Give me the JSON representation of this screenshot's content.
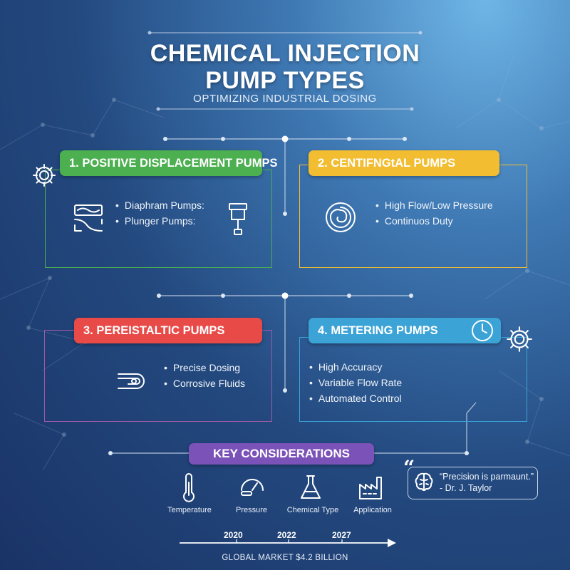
{
  "header": {
    "title_line1": "CHEMICAL INJECTION",
    "title_line2": "PUMP TYPES",
    "subtitle": "OPTIMIZING INDUSTRIAL DOSING"
  },
  "colors": {
    "green": "#4caf50",
    "yellow": "#f2bd31",
    "red": "#e84a48",
    "blue": "#3ba3d6",
    "purple": "#7b52b8"
  },
  "cards": [
    {
      "label": "1.  POSITIVE DISPLACEMENT PUMPS",
      "bullets": [
        "Diaphram Pumps:",
        "Plunger Pumps:"
      ],
      "icons": [
        "diaphragm-pump-icon",
        "plunger-icon",
        "gear-icon"
      ]
    },
    {
      "label": "2.  CENTIFNGtAL PUMPS",
      "bullets": [
        "High Flow/Low Pressure",
        "Continuos Duty"
      ],
      "icons": [
        "spiral-impeller-icon"
      ]
    },
    {
      "label": "3.  PEREISTALTIC PUMPS",
      "bullets": [
        "Precise Dosing",
        "Corrosive Fluids"
      ],
      "icons": [
        "peristaltic-tube-icon"
      ]
    },
    {
      "label": "4.  METERING PUMPS",
      "bullets": [
        "High Accuracy",
        "Variable Flow Rate",
        "Automated Control"
      ],
      "icons": [
        "clock-icon",
        "gear-icon"
      ]
    }
  ],
  "considerations": {
    "title": "KEY CONSIDERATIONS",
    "items": [
      {
        "label": "Temperature",
        "icon": "thermometer-icon"
      },
      {
        "label": "Pressure",
        "icon": "pressure-gauge-icon"
      },
      {
        "label": "Chemical Type",
        "icon": "flask-icon"
      },
      {
        "label": "Application",
        "icon": "factory-icon"
      }
    ]
  },
  "quote": {
    "text": "“Precision is parmaunt.”",
    "author": "- Dr. J. Taylor"
  },
  "timeline": {
    "years": [
      "2020",
      "2022",
      "2027"
    ],
    "caption": "GLOBAL MARKET $4.2 BILLION"
  }
}
